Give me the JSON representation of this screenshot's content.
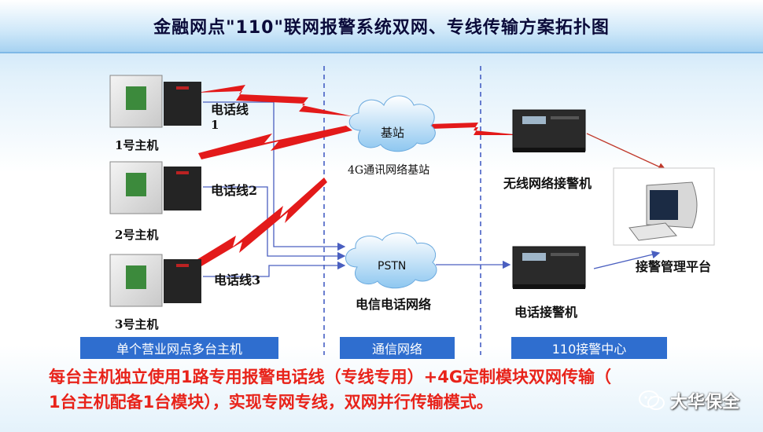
{
  "title": "金融网点\"110\"联网报警系统双网、专线传输方案拓扑图",
  "hosts": [
    {
      "label": "1号主机",
      "line_label": "电话线",
      "line_label_extra": "1"
    },
    {
      "label": "2号主机",
      "line_label": "电话线2"
    },
    {
      "label": "3号主机",
      "line_label": "电话线3"
    }
  ],
  "network": {
    "base_station": "基站",
    "base_station_caption": "4G通讯网络基站",
    "pstn": "PSTN",
    "pstn_caption": "电信电话网络"
  },
  "receivers": {
    "wireless": "无线网络接警机",
    "phone": "电话接警机",
    "platform": "接警管理平台"
  },
  "zones": [
    "单个营业网点多台主机",
    "通信网络",
    "110接警中心"
  ],
  "description_lines": [
    "每台主机独立使用1路专用报警电话线（专线专用）+4G定制模块双网传输（",
    "1台主机配备1台模块），实现专网专线，双网并行传输模式。"
  ],
  "watermark": "大华保全",
  "colors": {
    "title_text": "#0b0b3a",
    "zone_bar": "#2f6ecf",
    "highlight_text": "#e8231a",
    "signal": "#e31a1a",
    "wire": "#4a5fc0"
  }
}
